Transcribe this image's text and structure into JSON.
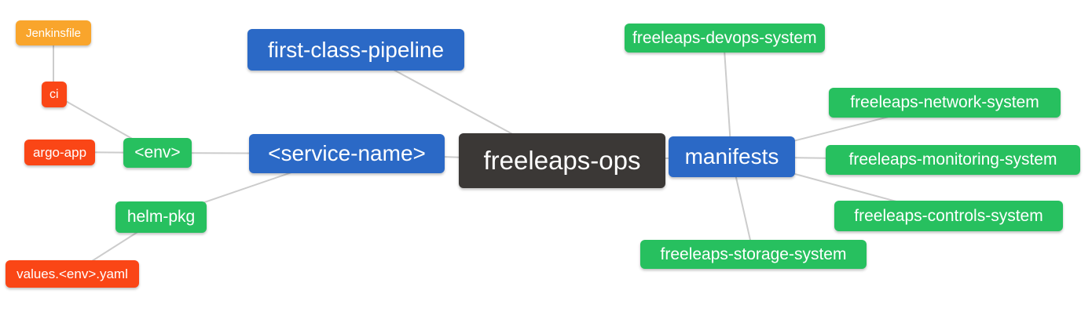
{
  "diagram": {
    "type": "mindmap",
    "root_label": "freeleaps-ops",
    "colors": {
      "blue_branch": "#2B69C6",
      "green_node": "#27C05F",
      "red_node": "#FA4616",
      "orange_node": "#F9A52C",
      "dark_root": "#3B3836",
      "edge": "#CCCCCC",
      "background": "#FFFFFF",
      "node_text": "#FFFFFF"
    },
    "nodes": [
      {
        "id": "jenkinsfile",
        "label": "Jenkinsfile",
        "color": "#F9A52C"
      },
      {
        "id": "ci",
        "label": "ci",
        "color": "#FA4616"
      },
      {
        "id": "argo-app",
        "label": "argo-app",
        "color": "#FA4616"
      },
      {
        "id": "env",
        "label": "<env>",
        "color": "#27C05F"
      },
      {
        "id": "helm-pkg",
        "label": "helm-pkg",
        "color": "#27C05F"
      },
      {
        "id": "values-env-yaml",
        "label": "values.<env>.yaml",
        "color": "#FA4616"
      },
      {
        "id": "first-class-pipeline",
        "label": "first-class-pipeline",
        "color": "#2B69C6"
      },
      {
        "id": "service-name",
        "label": "<service-name>",
        "color": "#2B69C6"
      },
      {
        "id": "freeleaps-ops",
        "label": "freeleaps-ops",
        "color": "#3B3836"
      },
      {
        "id": "manifests",
        "label": "manifests",
        "color": "#2B69C6"
      },
      {
        "id": "freeleaps-devops-system",
        "label": "freeleaps-devops-system",
        "color": "#27C05F"
      },
      {
        "id": "freeleaps-network-system",
        "label": "freeleaps-network-system",
        "color": "#27C05F"
      },
      {
        "id": "freeleaps-monitoring-system",
        "label": "freeleaps-monitoring-system",
        "color": "#27C05F"
      },
      {
        "id": "freeleaps-controls-system",
        "label": "freeleaps-controls-system",
        "color": "#27C05F"
      },
      {
        "id": "freeleaps-storage-system",
        "label": "freeleaps-storage-system",
        "color": "#27C05F"
      }
    ],
    "edges": [
      {
        "from": "jenkinsfile",
        "to": "ci"
      },
      {
        "from": "ci",
        "to": "env"
      },
      {
        "from": "argo-app",
        "to": "env"
      },
      {
        "from": "env",
        "to": "service-name"
      },
      {
        "from": "helm-pkg",
        "to": "service-name"
      },
      {
        "from": "values-env-yaml",
        "to": "helm-pkg"
      },
      {
        "from": "first-class-pipeline",
        "to": "freeleaps-ops"
      },
      {
        "from": "service-name",
        "to": "freeleaps-ops"
      },
      {
        "from": "freeleaps-ops",
        "to": "manifests"
      },
      {
        "from": "manifests",
        "to": "freeleaps-devops-system"
      },
      {
        "from": "manifests",
        "to": "freeleaps-network-system"
      },
      {
        "from": "manifests",
        "to": "freeleaps-monitoring-system"
      },
      {
        "from": "manifests",
        "to": "freeleaps-controls-system"
      },
      {
        "from": "manifests",
        "to": "freeleaps-storage-system"
      }
    ]
  }
}
